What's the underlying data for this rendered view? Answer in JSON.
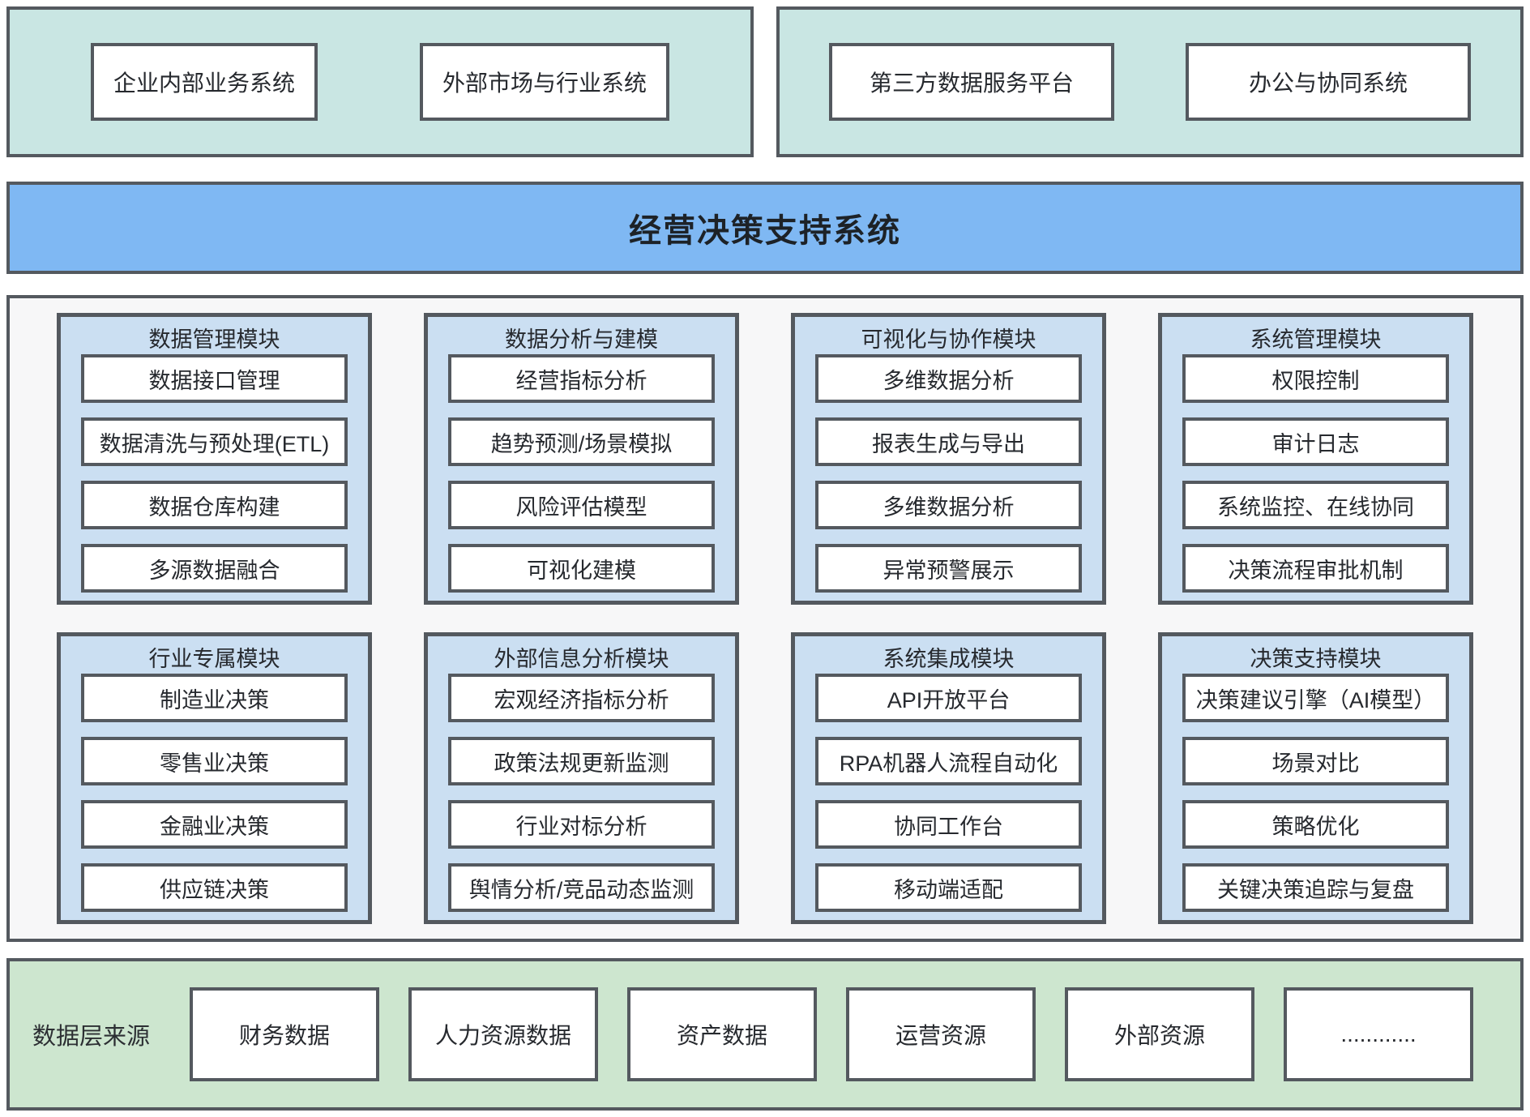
{
  "colors": {
    "teal_panel": "#c9e6e3",
    "banner_blue": "#7fb8f3",
    "module_blue": "#cbdff2",
    "main_bg": "#f7f7f8",
    "green_panel": "#cde6cf",
    "border_dark": "#54595f"
  },
  "top_sources": {
    "left_panel": {
      "items": [
        "企业内部业务系统",
        "外部市场与行业系统"
      ]
    },
    "right_panel": {
      "items": [
        "第三方数据服务平台",
        "办公与协同系统"
      ]
    }
  },
  "banner": {
    "title": "经营决策支持系统"
  },
  "modules": [
    {
      "title": "数据管理模块",
      "items": [
        "数据接口管理",
        "数据清洗与预处理(ETL)",
        "数据仓库构建",
        "多源数据融合"
      ]
    },
    {
      "title": "数据分析与建模",
      "items": [
        "经营指标分析",
        "趋势预测/场景模拟",
        "风险评估模型",
        "可视化建模"
      ]
    },
    {
      "title": "可视化与协作模块",
      "items": [
        "多维数据分析",
        "报表生成与导出",
        "多维数据分析",
        "异常预警展示"
      ]
    },
    {
      "title": "系统管理模块",
      "items": [
        "权限控制",
        "审计日志",
        "系统监控、在线协同",
        "决策流程审批机制"
      ]
    },
    {
      "title": "行业专属模块",
      "items": [
        "制造业决策",
        "零售业决策",
        "金融业决策",
        "供应链决策"
      ]
    },
    {
      "title": "外部信息分析模块",
      "items": [
        "宏观经济指标分析",
        "政策法规更新监测",
        "行业对标分析",
        "舆情分析/竞品动态监测"
      ]
    },
    {
      "title": "系统集成模块",
      "items": [
        "API开放平台",
        "RPA机器人流程自动化",
        "协同工作台",
        "移动端适配"
      ]
    },
    {
      "title": "决策支持模块",
      "items": [
        "决策建议引擎（AI模型）",
        "场景对比",
        "策略优化",
        "关键决策追踪与复盘"
      ]
    }
  ],
  "data_layer": {
    "label": "数据层来源",
    "items": [
      "财务数据",
      "人力资源数据",
      "资产数据",
      "运营资源",
      "外部资源",
      "............"
    ]
  }
}
